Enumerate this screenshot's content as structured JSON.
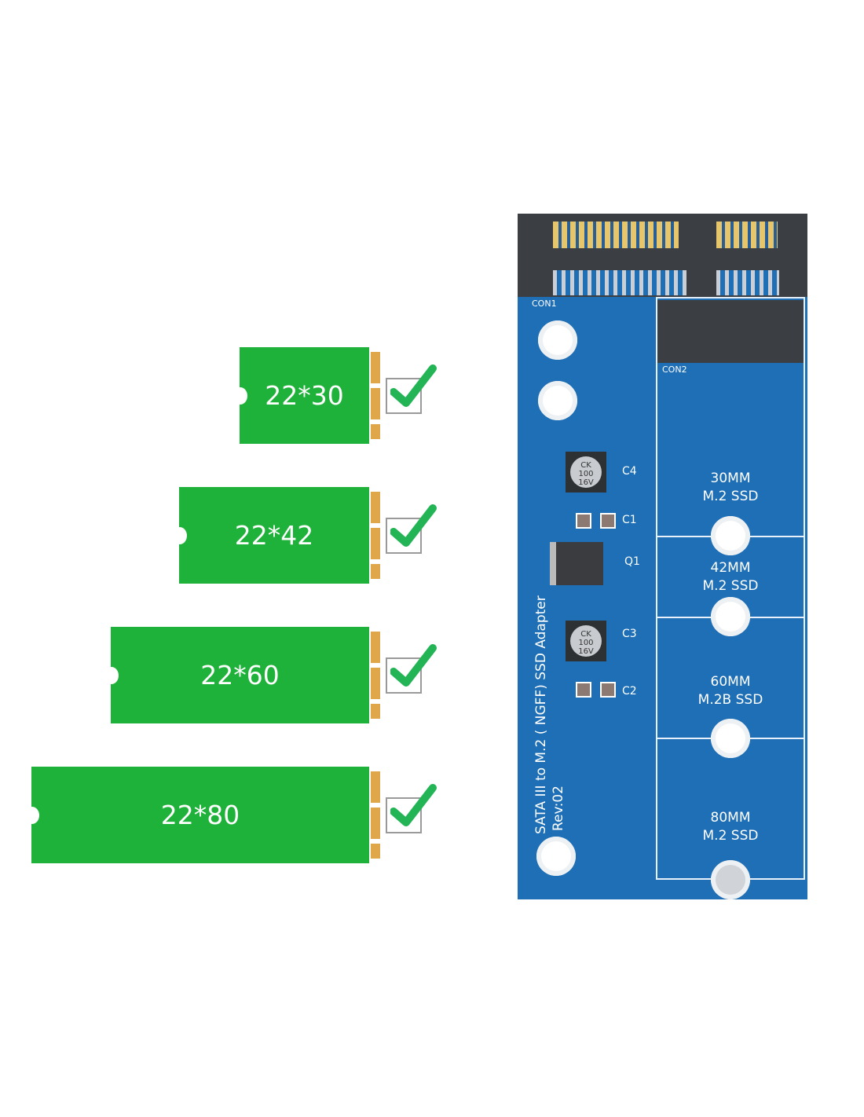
{
  "cards": [
    {
      "label": "22*30",
      "supported": true
    },
    {
      "label": "22*42",
      "supported": true
    },
    {
      "label": "22*60",
      "supported": true
    },
    {
      "label": "22*80",
      "supported": true
    }
  ],
  "board": {
    "title": "SATA III to M.2 ( NGFF) SSD Adapter",
    "revision": "Rev:02",
    "connectors": [
      "CON1",
      "CON2"
    ],
    "components": [
      "C4",
      "C1",
      "Q1",
      "C3",
      "C2"
    ],
    "capacitor_text": [
      "CK",
      "100",
      "16V"
    ],
    "zones": [
      {
        "size": "30MM",
        "type": "M.2  SSD"
      },
      {
        "size": "42MM",
        "type": "M.2  SSD"
      },
      {
        "size": "60MM",
        "type": "M.2B  SSD"
      },
      {
        "size": "80MM",
        "type": "M.2  SSD"
      }
    ]
  },
  "colors": {
    "card": "#1fb23a",
    "board": "#1e6fb6",
    "check": "#22b455"
  }
}
